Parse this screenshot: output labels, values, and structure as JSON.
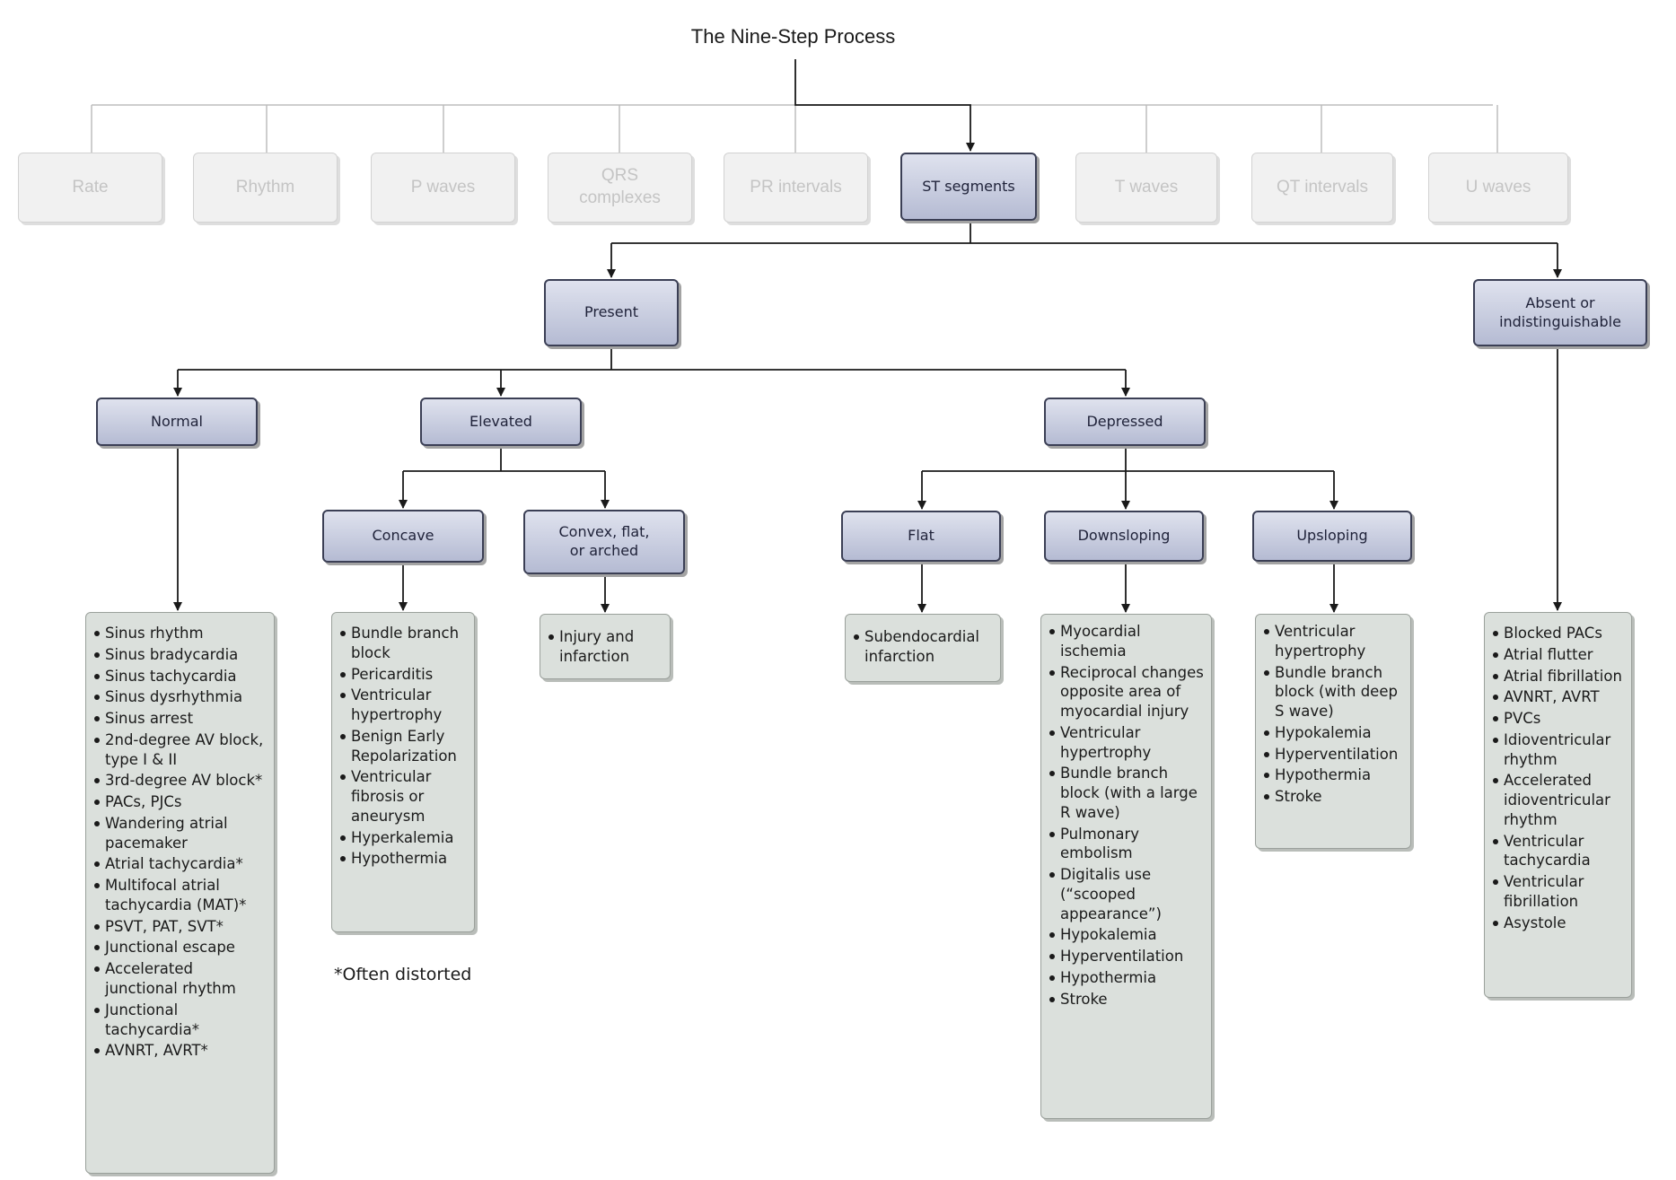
{
  "title": "The Nine-Step Process",
  "steps": [
    "Rate",
    "Rhythm",
    "P waves",
    "QRS complexes",
    "PR intervals",
    "ST segments",
    "T waves",
    "QT intervals",
    "U waves"
  ],
  "nodes": {
    "present": "Present",
    "absent": "Absent or indistinguishable",
    "normal": "Normal",
    "elevated": "Elevated",
    "depressed": "Depressed",
    "concave": "Concave",
    "convex": "Convex, flat, or arched",
    "flat": "Flat",
    "downsloping": "Downsloping",
    "upsloping": "Upsloping"
  },
  "lists": {
    "normal": [
      "Sinus rhythm",
      "Sinus bradycardia",
      "Sinus tachycardia",
      "Sinus dysrhythmia",
      "Sinus arrest",
      "2nd-degree AV block, type I & II",
      "3rd-degree AV block*",
      "PACs, PJCs",
      "Wandering atrial pacemaker",
      "Atrial tachycardia*",
      "Multifocal atrial tachycardia (MAT)*",
      "PSVT, PAT, SVT*",
      "Junctional escape",
      "Accelerated junctional rhythm",
      "Junctional tachycardia*",
      "AVNRT, AVRT*"
    ],
    "concave": [
      "Bundle branch block",
      "Pericarditis",
      "Ventricular hypertrophy",
      "Benign Early Repolarization",
      "Ventricular fibrosis or aneurysm",
      "Hyperkalemia",
      "Hypothermia"
    ],
    "convex": [
      "Injury and infarction"
    ],
    "flat": [
      "Subendocardial infarction"
    ],
    "downsloping": [
      "Myocardial ischemia",
      "Reciprocal changes opposite area of myocardial injury",
      "Ventricular hypertrophy",
      "Bundle branch block (with a large R wave)",
      "Pulmonary embolism",
      "Digitalis use (“scooped appearance”)",
      "Hypokalemia",
      "Hyperventilation",
      "Hypothermia",
      "Stroke"
    ],
    "upsloping": [
      "Ventricular hypertrophy",
      "Bundle branch block (with deep S wave)",
      "Hypokalemia",
      "Hyperventilation",
      "Hypothermia",
      "Stroke"
    ],
    "absent": [
      "Blocked PACs",
      "Atrial flutter",
      "Atrial fibrillation",
      "AVNRT, AVRT",
      "PVCs",
      "Idioventricular rhythm",
      "Accelerated idioventricular rhythm",
      "Ventricular tachycardia",
      "Ventricular fibrillation",
      "Asystole"
    ]
  },
  "footnote": "*Often distorted"
}
